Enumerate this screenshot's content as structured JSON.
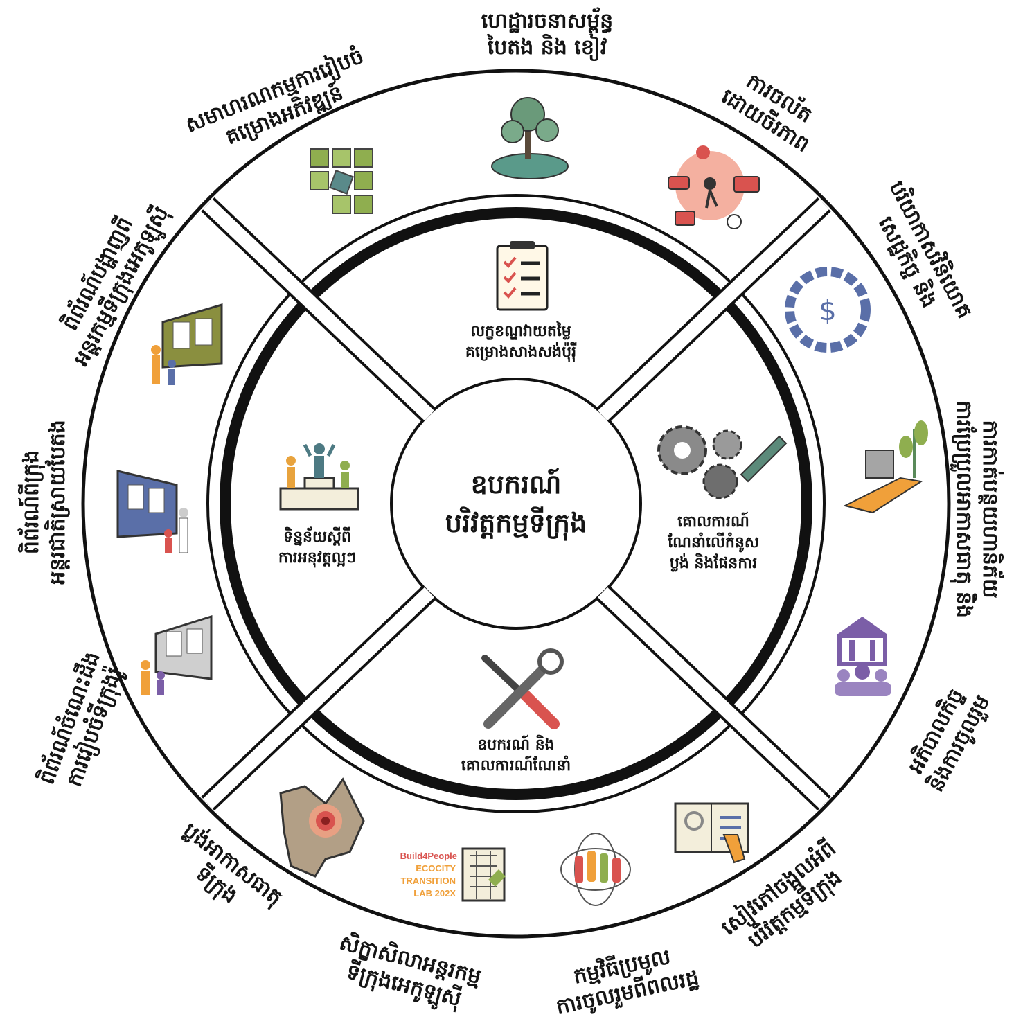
{
  "center": {
    "title_line1": "ឧបករណ៍",
    "title_line2": "បរិវត្តកម្មទីក្រុង"
  },
  "inner_quadrants": [
    {
      "id": "top",
      "line1": "លក្ខខណ្ឌវាយតម្លៃ",
      "line2": "គម្រោងសាងសង់ប៉ុរ៉ី",
      "icon": "checklist-icon"
    },
    {
      "id": "right",
      "line1": "គោលការណ៍",
      "line2": "ណែនាំលើកំនូស",
      "line3": "ប្លង់ និងផែនការ",
      "icon": "gears-pencil-icon"
    },
    {
      "id": "bottom",
      "line1": "ឧបករណ៍ និង",
      "line2": "គោលការណ៍ណែនាំ",
      "icon": "wrench-screwdriver-icon"
    },
    {
      "id": "left",
      "line1": "ទិន្នន័យស្ដីពី",
      "line2": "ការអនុវត្តល្អៗ",
      "icon": "podium-people-icon"
    }
  ],
  "outer_labels": [
    {
      "id": "green-blue-infra",
      "line1": "ហេដ្ឋារចនាសម្ព័ន្ធ",
      "line2": "បៃតង និង ខៀវ"
    },
    {
      "id": "eco-mobility",
      "line1": "ការចល័ត",
      "line2": "ដោយចីរភាព"
    },
    {
      "id": "economy-jobs",
      "line1": "បរិយាកាសវិនិយោគ",
      "line2": "សេដ្ឋកិច្ច និង"
    },
    {
      "id": "resilience",
      "line1": "ការកាត់បន្ថយហានិភ័យ",
      "line2": "ការប្រែប្រួលអាកាសធាតុ និង"
    },
    {
      "id": "governance",
      "line1": "អភិបាលកិច្ច",
      "line2": "និងការចូលរួម"
    },
    {
      "id": "ecocity-book",
      "line1": "សៀវភៅចង្អុលអំពី",
      "line2": "បរិវត្តកម្មទីក្រុង"
    },
    {
      "id": "participation",
      "line1": "កម្មវិធីប្រមូល",
      "line2": "ការចូលរួមពីពលរដ្ឋ"
    },
    {
      "id": "ecocity-lab",
      "line1": "សិក្ខាសិលាអន្តរកម្ម",
      "line2": "ទីក្រុងអេកូឡូស៊ី"
    },
    {
      "id": "urban-map",
      "line1": "ប្លង់អាកាសធាតុ",
      "line2": "ទីក្រុង"
    },
    {
      "id": "phnom-penh-case",
      "line1": "ពិព័រណ៍ចំណេះដឹង",
      "line2": "ការរៀបចំទីក្រុងរ៉ូ"
    },
    {
      "id": "intl-case",
      "line1": "ពិព័រណ៍ពីក្រុង",
      "line2": "អន្តរជាតិស្រាយបែតង"
    },
    {
      "id": "eco-case",
      "line1": "ពិព័រណ៍បង្ហាញពី",
      "line2": "អន្តរកម្មទីក្រុងអេកូឡូស៊ី"
    },
    {
      "id": "pilot-projects",
      "line1": "សមាហរណកម្មការរៀបចំ",
      "line2": "គម្រោងអភិវឌ្ឍន៍"
    }
  ],
  "logo": {
    "line1": "Build4People",
    "line2": "ECOCITY",
    "line3": "TRANSITION",
    "line4": "LAB 202X"
  },
  "colors": {
    "ring": "#111111",
    "green": "#8fae4f",
    "blue": "#5a6fa8",
    "red": "#d9534f",
    "orange": "#f0a03a",
    "purple": "#7b5ea7"
  }
}
